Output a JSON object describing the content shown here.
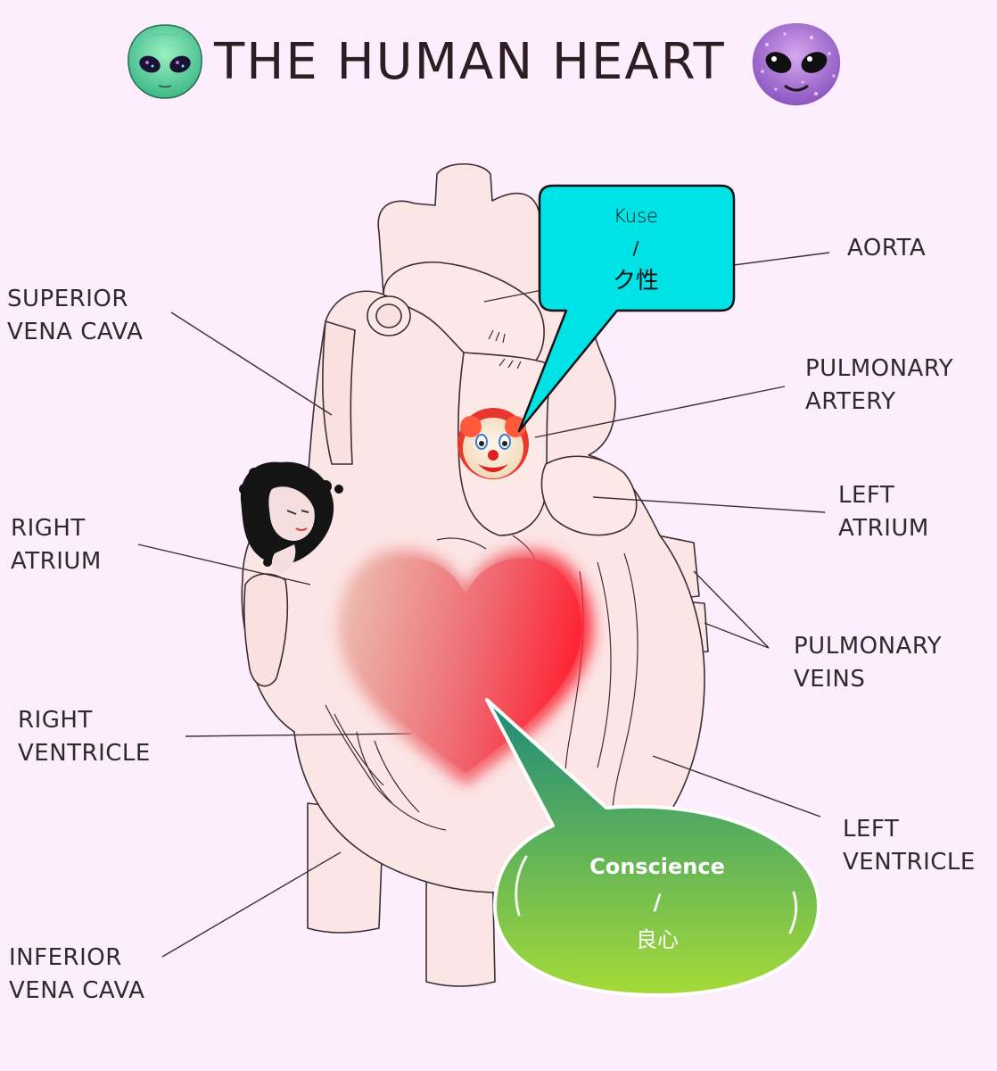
{
  "title": "THE HUMAN HEART",
  "labels": {
    "aorta": [
      "AORTA"
    ],
    "superior_vena_cava": [
      "SUPERIOR",
      "VENA CAVA"
    ],
    "pulmonary_artery": [
      "PULMONARY",
      "ARTERY"
    ],
    "left_atrium": [
      "LEFT",
      "ATRIUM"
    ],
    "right_atrium": [
      "RIGHT",
      "ATRIUM"
    ],
    "pulmonary_veins": [
      "PULMONARY",
      "VEINS"
    ],
    "right_ventricle": [
      "RIGHT",
      "VENTRICLE"
    ],
    "left_ventricle": [
      "LEFT",
      "VENTRICLE"
    ],
    "inferior_vena_cava": [
      "INFERIOR",
      "VENA CAVA"
    ]
  },
  "top_bubble": {
    "line1": "Kuse",
    "line2": "/",
    "line3": "ク性"
  },
  "bottom_bubble": {
    "line1": "Conscience",
    "line2": "/",
    "line3": "良心"
  },
  "icons": {
    "left_emoji": "alien-face-icon",
    "right_emoji": "glitter-alien-icon",
    "clown": "clown-face-icon",
    "figure": "curly-haired-figure-sticker"
  },
  "colors": {
    "background": "#fdeefd",
    "heart_body": "#fce4e4",
    "outline": "#3a3034",
    "top_bubble": "#00e5e5",
    "bottom_bubble_top": "#1f8f7f",
    "bottom_bubble_bottom": "#9ed63a",
    "love_heart": "#ff2a36"
  }
}
